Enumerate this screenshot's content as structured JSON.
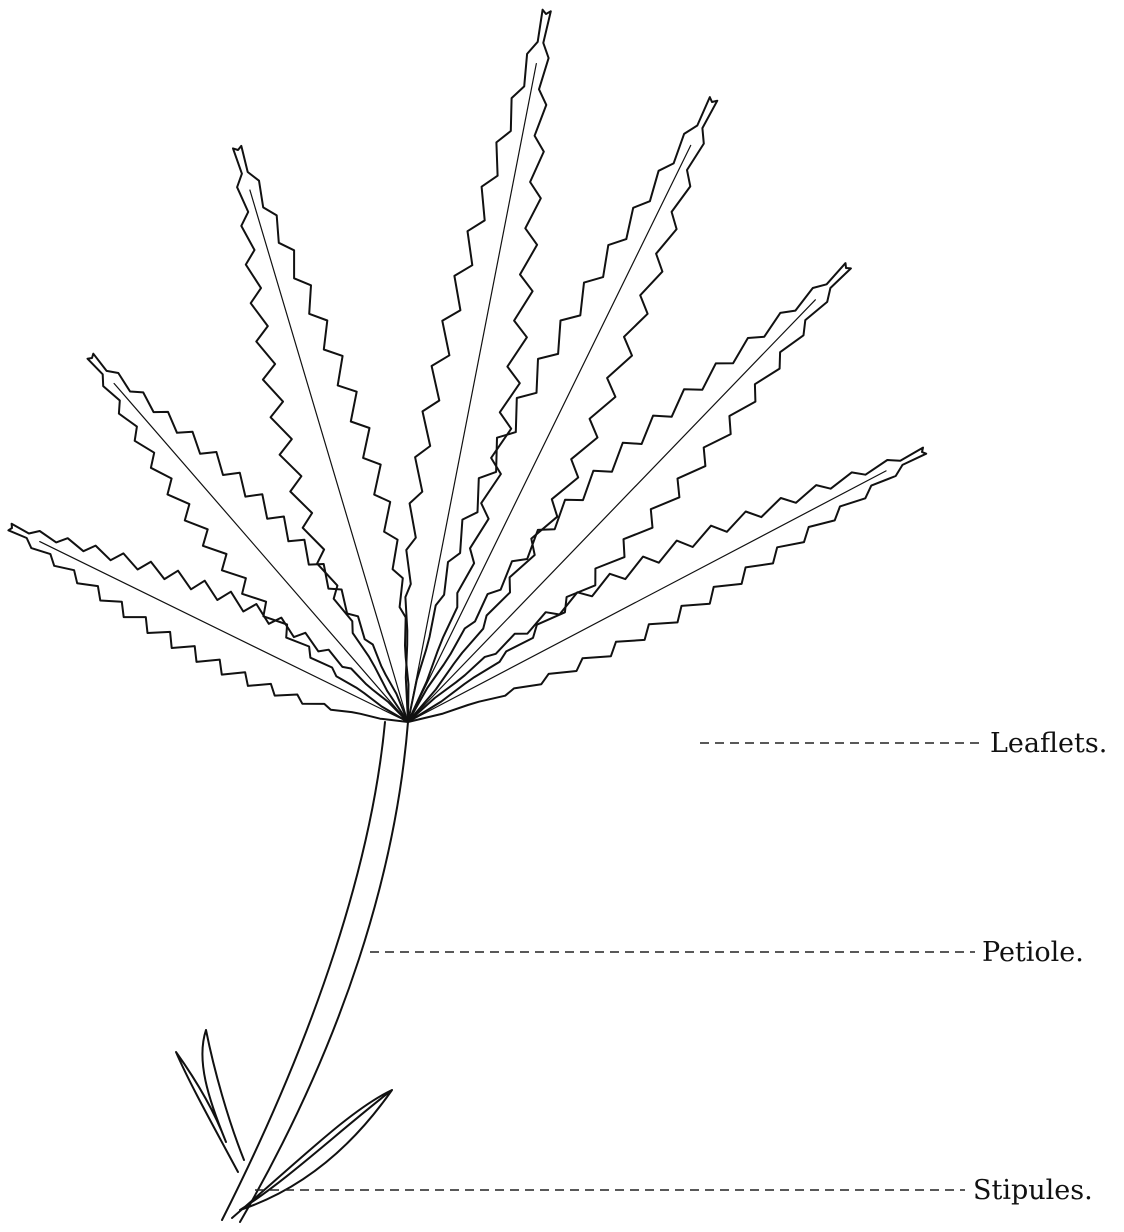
{
  "labels": {
    "leaflets": "Leaflets.",
    "petiole": "Petiole.",
    "stipules": "Stipules."
  },
  "colors": {
    "ink": "#111111",
    "paper": "#ffffff"
  }
}
